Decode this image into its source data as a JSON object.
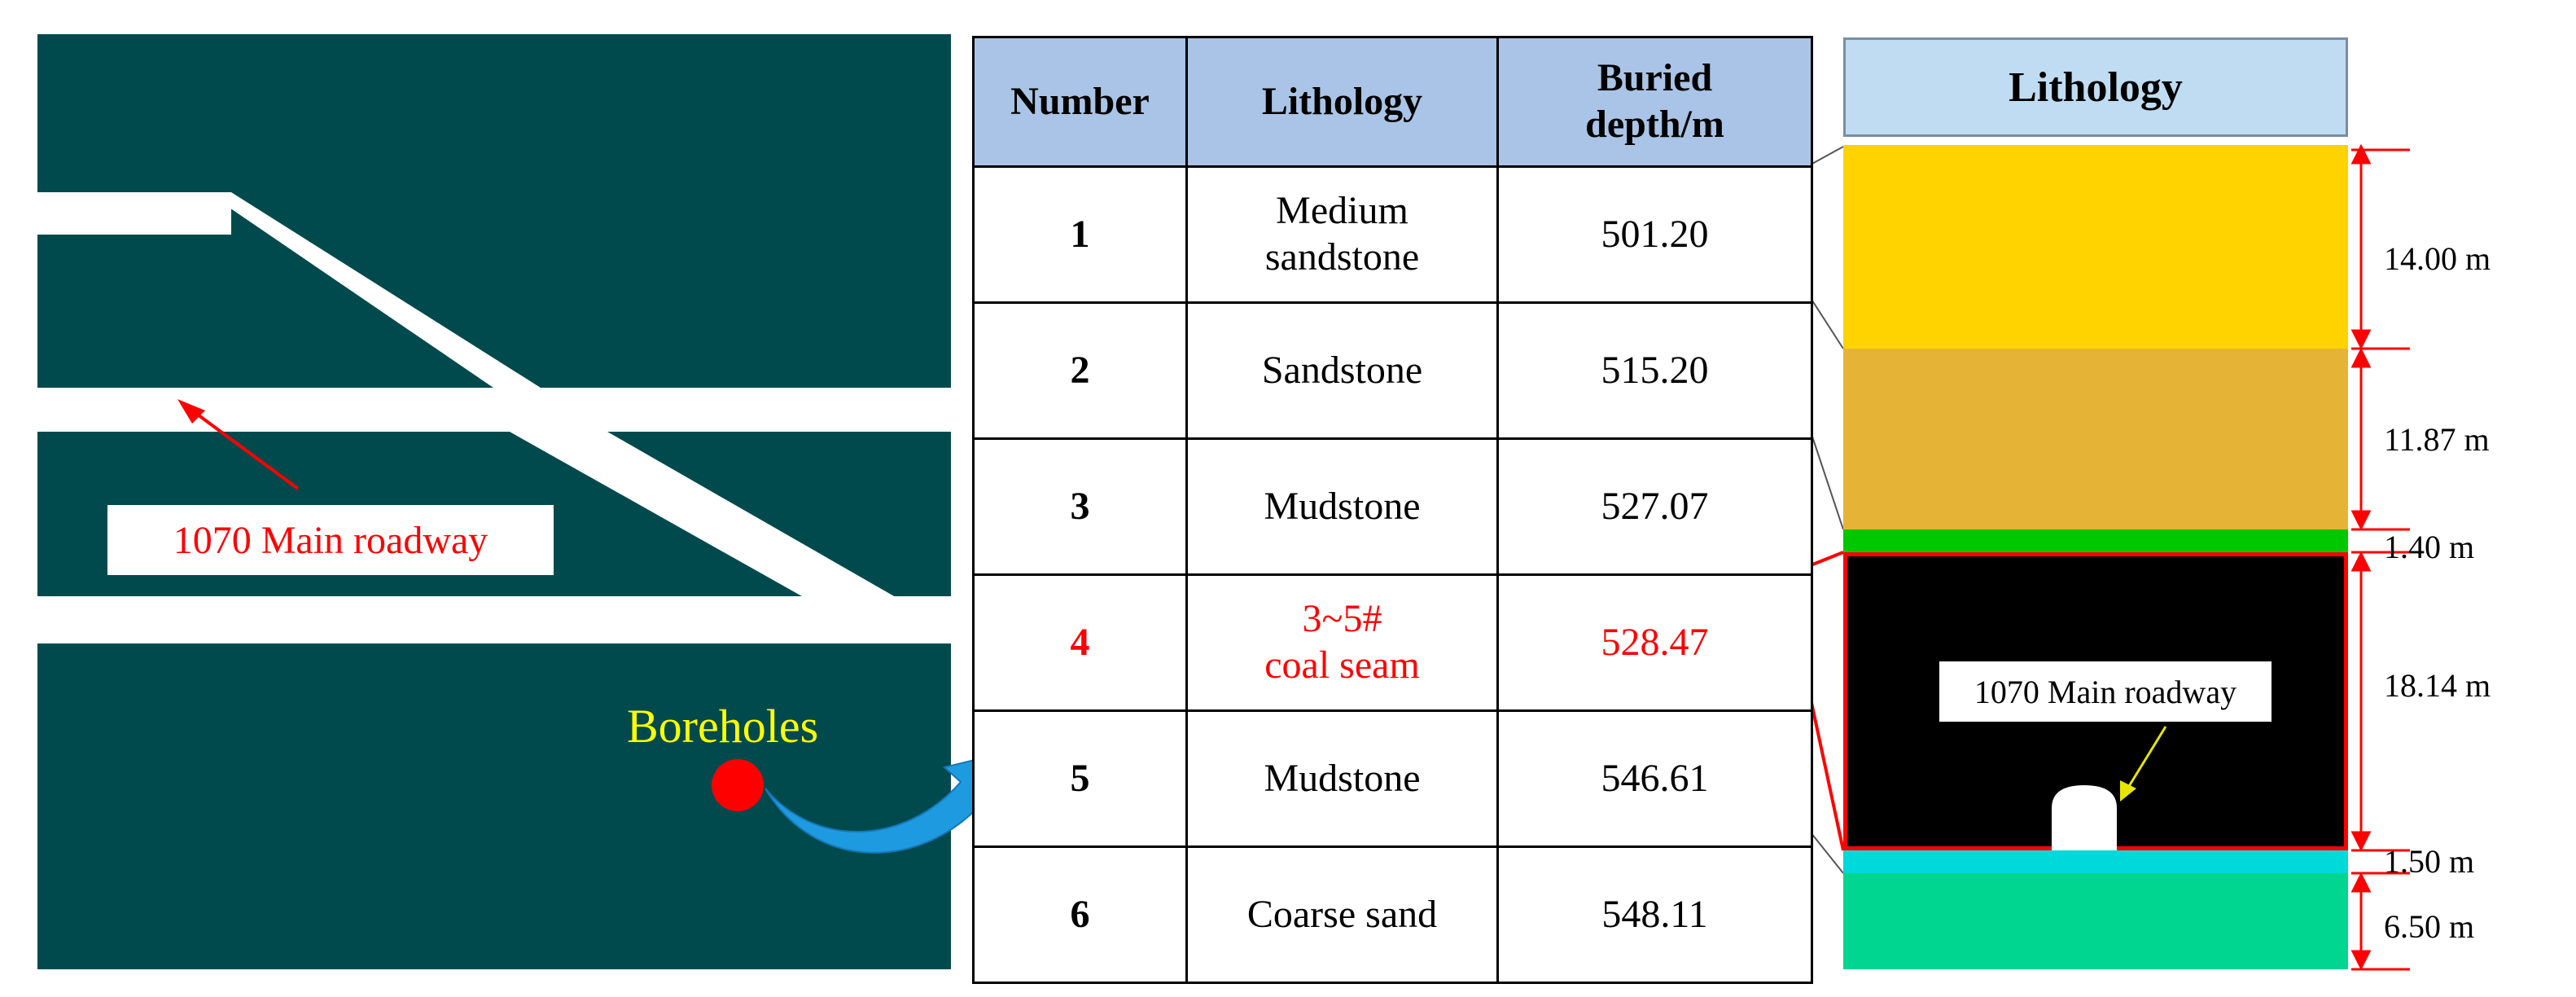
{
  "map": {
    "roadway_label": "1070  Main roadway",
    "boreholes_label": "Boreholes",
    "colors": {
      "background": "#004a4d",
      "roadway": "#ffffff",
      "borehole": "#ff0000",
      "label_red": "#ff0000",
      "label_yellow": "#ffff00",
      "flow_arrow": "#1e9be0"
    }
  },
  "table": {
    "headers": {
      "number": "Number",
      "lithology": "Lithology",
      "depth_line1": "Buried",
      "depth_line2": "depth/m"
    },
    "rows": [
      {
        "number": "1",
        "lith_line1": "Medium",
        "lith_line2": "sandstone",
        "depth": "501.20",
        "highlight": false
      },
      {
        "number": "2",
        "lith_line1": "Sandstone",
        "lith_line2": "",
        "depth": "515.20",
        "highlight": false
      },
      {
        "number": "3",
        "lith_line1": "Mudstone",
        "lith_line2": "",
        "depth": "527.07",
        "highlight": false
      },
      {
        "number": "4",
        "lith_line1": "3~5#",
        "lith_line2": "coal seam",
        "depth": "528.47",
        "highlight": true
      },
      {
        "number": "5",
        "lith_line1": "Mudstone",
        "lith_line2": "",
        "depth": "546.61",
        "highlight": false
      },
      {
        "number": "6",
        "lith_line1": "Coarse sand",
        "lith_line2": "",
        "depth": "548.11",
        "highlight": false
      }
    ],
    "colors": {
      "header_bg": "#a9c4e6",
      "highlight_text": "#ff0000"
    }
  },
  "column": {
    "header": "Lithology",
    "roadway_label": "1070  Main roadway",
    "thicknesses": [
      "14.00 m",
      "11.87 m",
      "1.40 m",
      "18.14 m",
      "1.50 m",
      "6.50 m"
    ],
    "layer_colors": [
      "#ffd300",
      "#e5b437",
      "#00c800",
      "#000000",
      "#00d9d9",
      "#00d68f"
    ],
    "colors": {
      "header_bg": "#bfdcf2",
      "dimension": "#ff0000",
      "pointer": "#e6e600"
    }
  }
}
